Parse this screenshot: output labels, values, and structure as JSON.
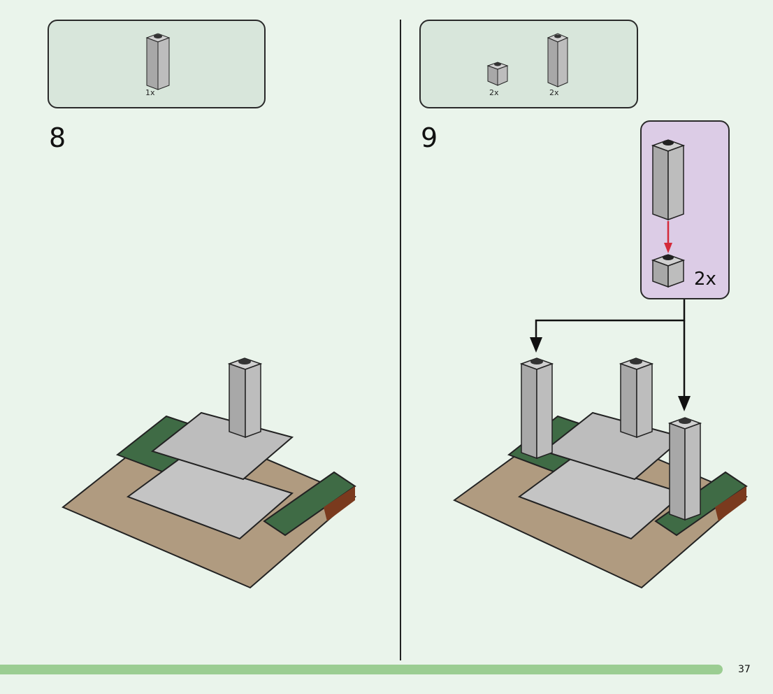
{
  "page": {
    "number": "37"
  },
  "steps": [
    {
      "number": "8",
      "parts": [
        {
          "name": "1x1x3 light grey brick",
          "quantity": "1x"
        }
      ]
    },
    {
      "number": "9",
      "parts": [
        {
          "name": "1x1 light grey brick",
          "quantity": "2x"
        },
        {
          "name": "1x1x3 light grey brick",
          "quantity": "2x"
        }
      ],
      "subassembly": {
        "quantity": "2x",
        "description": "Tall brick placed on 1x1 brick"
      }
    }
  ],
  "colors": {
    "background": "#eaf4eb",
    "parts_box": "#d8e6db",
    "callout": "#dccce6",
    "footer_bar": "#9bcd92",
    "brick_grey": "#b4b4b4",
    "base_tan": "#b09b80",
    "grass_green": "#3f6b45",
    "dirt_brown": "#7a3a1e",
    "arrow_red": "#d42a3a"
  }
}
